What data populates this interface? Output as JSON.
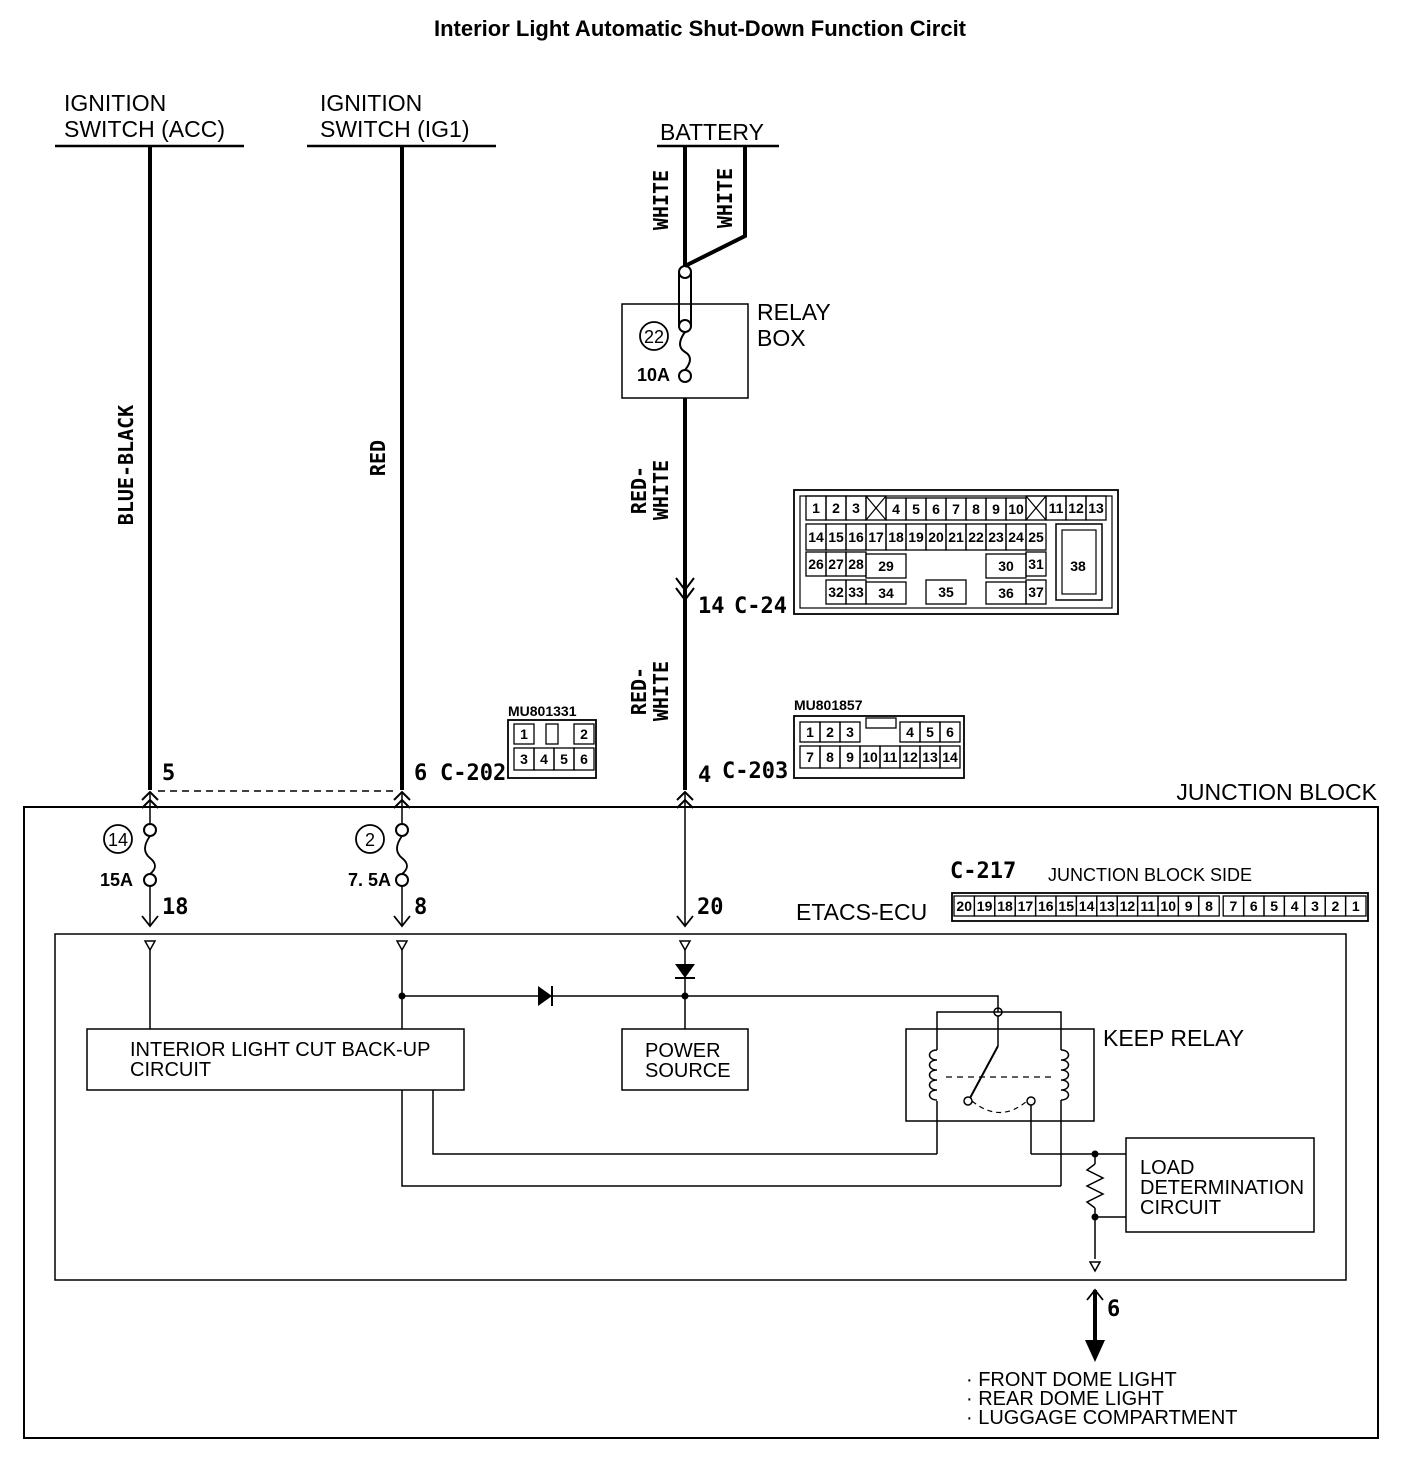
{
  "title": "Interior Light Automatic Shut-Down Function Circit",
  "sources": {
    "acc": [
      "IGNITION",
      "SWITCH (ACC)"
    ],
    "ig1": [
      "IGNITION",
      "SWITCH (IG1)"
    ],
    "battery": "BATTERY"
  },
  "wires": {
    "acc": "BLUE-BLACK",
    "ig1": "RED",
    "battery_a": "WHITE",
    "battery_b": "WHITE",
    "relay_out_1": [
      "RED-",
      "WHITE"
    ],
    "relay_out_2": [
      "RED-",
      "WHITE"
    ]
  },
  "relay_box": {
    "label": [
      "RELAY",
      "BOX"
    ],
    "fuse_no": "22",
    "rating": "10A"
  },
  "connectors": {
    "c24": {
      "pin": "14",
      "name": "C-24",
      "row1": [
        "1",
        "2",
        "3",
        "4",
        "5",
        "6",
        "7",
        "8",
        "9",
        "10",
        "11",
        "12",
        "13"
      ],
      "row2": [
        "14",
        "15",
        "16",
        "17",
        "18",
        "19",
        "20",
        "21",
        "22",
        "23",
        "24",
        "25"
      ],
      "row3": [
        "26",
        "27",
        "28",
        "29",
        "30",
        "31"
      ],
      "row4": [
        "32",
        "33",
        "34",
        "35",
        "36",
        "37"
      ],
      "big": "38"
    },
    "c202": {
      "part": "MU801331",
      "name": "C-202",
      "pin_acc": "5",
      "pin_ig1": "6",
      "top": [
        "1",
        "2"
      ],
      "bottom": [
        "3",
        "4",
        "5",
        "6"
      ]
    },
    "c203": {
      "part": "MU801857",
      "name": "C-203",
      "pin": "4",
      "top": [
        "1",
        "2",
        "3",
        "4",
        "5",
        "6"
      ],
      "bottom": [
        "7",
        "8",
        "9",
        "10",
        "11",
        "12",
        "13",
        "14"
      ]
    },
    "c217": {
      "name": "C-217",
      "side": "JUNCTION BLOCK SIDE",
      "pins": [
        "20",
        "19",
        "18",
        "17",
        "16",
        "15",
        "14",
        "13",
        "12",
        "11",
        "10",
        "9",
        "8",
        "7",
        "6",
        "5",
        "4",
        "3",
        "2",
        "1"
      ]
    }
  },
  "junction_block": {
    "label": "JUNCTION BLOCK",
    "fuse_acc": {
      "no": "14",
      "rating": "15A",
      "pin": "18"
    },
    "fuse_ig1": {
      "no": "2",
      "rating": "7. 5A",
      "pin": "8"
    },
    "battery_pin": "20",
    "output_pin": "6"
  },
  "etacs": {
    "label": "ETACS-ECU",
    "backup": [
      "INTERIOR LIGHT CUT BACK-UP",
      "CIRCUIT"
    ],
    "power": [
      "POWER",
      "SOURCE"
    ],
    "keep_relay": "KEEP RELAY",
    "load": [
      "LOAD",
      "DETERMINATION",
      "CIRCUIT"
    ]
  },
  "outputs": [
    "· FRONT DOME LIGHT",
    "· REAR DOME LIGHT",
    "· LUGGAGE COMPARTMENT"
  ]
}
